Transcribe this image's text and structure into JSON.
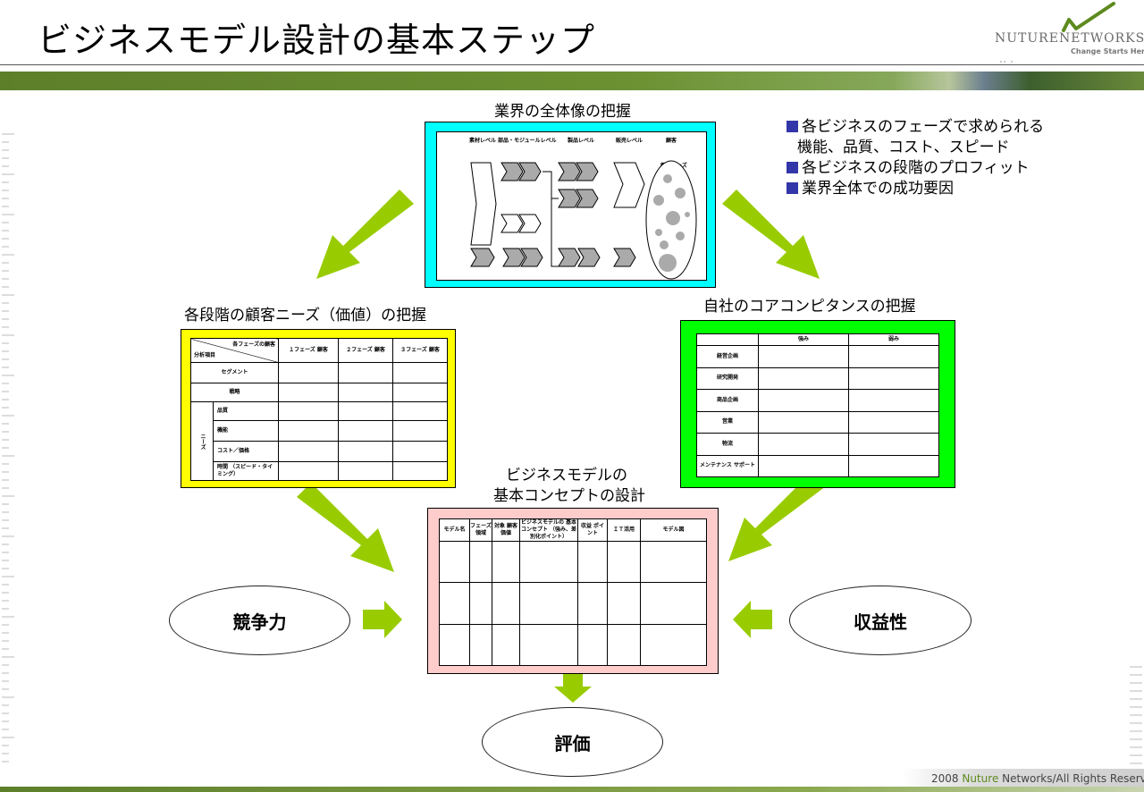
{
  "title": "ビジネスモデル設計の基本ステップ",
  "logo": {
    "name_part1": "NUTURE",
    "name_part2": "NETWORKS",
    "tagline": "Change Starts Here"
  },
  "footer": {
    "year": "2008",
    "brand": "Nuture",
    "rest": "Networks/All Rights Reserved"
  },
  "colors": {
    "green_band": "#6b9132",
    "arrow": "#99cc00",
    "cyan": "#00ffff",
    "yellow": "#ffff00",
    "green": "#00ff00",
    "pink": "#ffcccc"
  },
  "top": {
    "heading": "業界の全体像の把握",
    "columns": [
      "素材レベル",
      "部品・モジュールレベル",
      "製品レベル",
      "販売レベル",
      "顧客"
    ],
    "customer_label": "顧客ニーズ"
  },
  "notes": [
    {
      "line1": "各ビジネスのフェーズで求められる",
      "line2": "機能、品質、コスト、スピード"
    },
    {
      "line1": "各ビジネスの段階のプロフィット"
    },
    {
      "line1": "業界全体での成功要因"
    }
  ],
  "left": {
    "heading": "各段階の顧客ニーズ（価値）の把握",
    "corner_top": "各フェーズの顧客",
    "corner_bottom": "分析項目",
    "columns": [
      "１フェーズ 顧客",
      "２フェーズ 顧客",
      "３フェーズ 顧客"
    ],
    "rows": [
      "セグメント",
      "戦略",
      "品質",
      "機能",
      "コスト／価格",
      "時間 （スピード・タイミング）"
    ],
    "needs_label": "ニーズ"
  },
  "right": {
    "heading": "自社のコアコンピタンスの把握",
    "columns": [
      "強み",
      "弱み"
    ],
    "rows": [
      "経営企画",
      "研究開発",
      "商品企画",
      "営業",
      "物流",
      "メンテナンス サポート"
    ]
  },
  "center": {
    "heading_line1": "ビジネスモデルの",
    "heading_line2": "基本コンセプトの設計",
    "columns": [
      "モデル名",
      "フェーズ 領域",
      "対象 顧客価値",
      "ビジネスモデルの 基本コンセプト （強み、差別化ポイント）",
      "収益 ポイント",
      "ＩＴ活用",
      "モデル図"
    ]
  },
  "ovals": {
    "left": "競争力",
    "right": "収益性",
    "bottom": "評価"
  }
}
